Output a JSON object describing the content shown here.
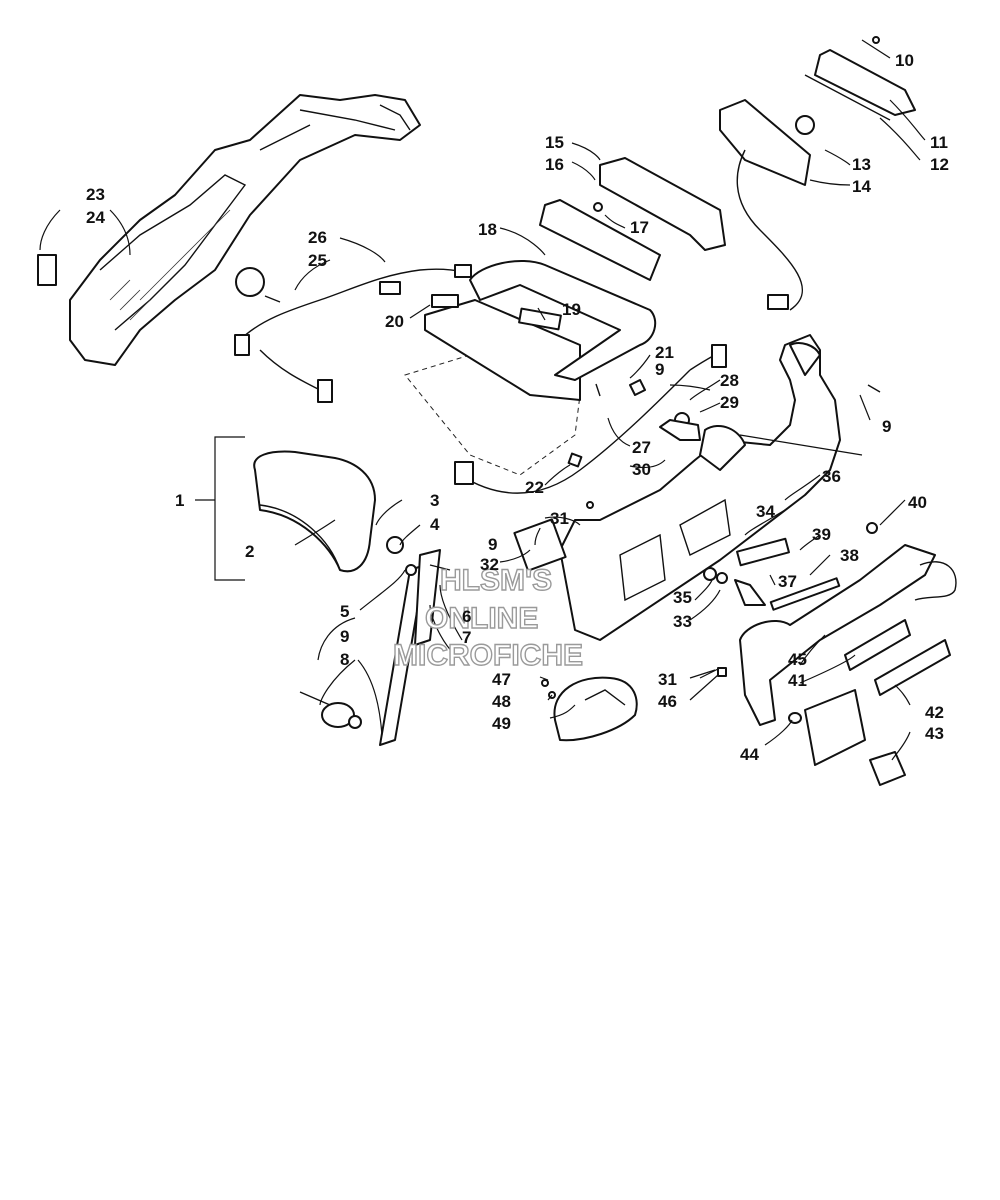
{
  "watermark": [
    "HLSM'S",
    "ONLINE",
    "MICROFICHE"
  ],
  "callouts": [
    {
      "id": "c1",
      "text": "1"
    },
    {
      "id": "c2",
      "text": "2"
    },
    {
      "id": "c3",
      "text": "3"
    },
    {
      "id": "c4",
      "text": "4"
    },
    {
      "id": "c5",
      "text": "5"
    },
    {
      "id": "c6",
      "text": "6"
    },
    {
      "id": "c7",
      "text": "7"
    },
    {
      "id": "c8",
      "text": "8"
    },
    {
      "id": "c9a",
      "text": "9"
    },
    {
      "id": "c9b",
      "text": "9"
    },
    {
      "id": "c9c",
      "text": "9"
    },
    {
      "id": "c9d",
      "text": "9"
    },
    {
      "id": "c10",
      "text": "10"
    },
    {
      "id": "c11",
      "text": "11"
    },
    {
      "id": "c12",
      "text": "12"
    },
    {
      "id": "c13",
      "text": "13"
    },
    {
      "id": "c14",
      "text": "14"
    },
    {
      "id": "c15",
      "text": "15"
    },
    {
      "id": "c16",
      "text": "16"
    },
    {
      "id": "c17",
      "text": "17"
    },
    {
      "id": "c18",
      "text": "18"
    },
    {
      "id": "c19",
      "text": "19"
    },
    {
      "id": "c20",
      "text": "20"
    },
    {
      "id": "c21",
      "text": "21"
    },
    {
      "id": "c22",
      "text": "22"
    },
    {
      "id": "c23",
      "text": "23"
    },
    {
      "id": "c24",
      "text": "24"
    },
    {
      "id": "c25",
      "text": "25"
    },
    {
      "id": "c26",
      "text": "26"
    },
    {
      "id": "c27",
      "text": "27"
    },
    {
      "id": "c28",
      "text": "28"
    },
    {
      "id": "c29",
      "text": "29"
    },
    {
      "id": "c30",
      "text": "30"
    },
    {
      "id": "c31a",
      "text": "31"
    },
    {
      "id": "c31b",
      "text": "31"
    },
    {
      "id": "c32",
      "text": "32"
    },
    {
      "id": "c33",
      "text": "33"
    },
    {
      "id": "c34",
      "text": "34"
    },
    {
      "id": "c35",
      "text": "35"
    },
    {
      "id": "c36",
      "text": "36"
    },
    {
      "id": "c37",
      "text": "37"
    },
    {
      "id": "c38",
      "text": "38"
    },
    {
      "id": "c39",
      "text": "39"
    },
    {
      "id": "c40",
      "text": "40"
    },
    {
      "id": "c41",
      "text": "41"
    },
    {
      "id": "c42",
      "text": "42"
    },
    {
      "id": "c43",
      "text": "43"
    },
    {
      "id": "c44",
      "text": "44"
    },
    {
      "id": "c45",
      "text": "45"
    },
    {
      "id": "c46",
      "text": "46"
    },
    {
      "id": "c47",
      "text": "47"
    },
    {
      "id": "c48",
      "text": "48"
    },
    {
      "id": "c49",
      "text": "49"
    }
  ]
}
